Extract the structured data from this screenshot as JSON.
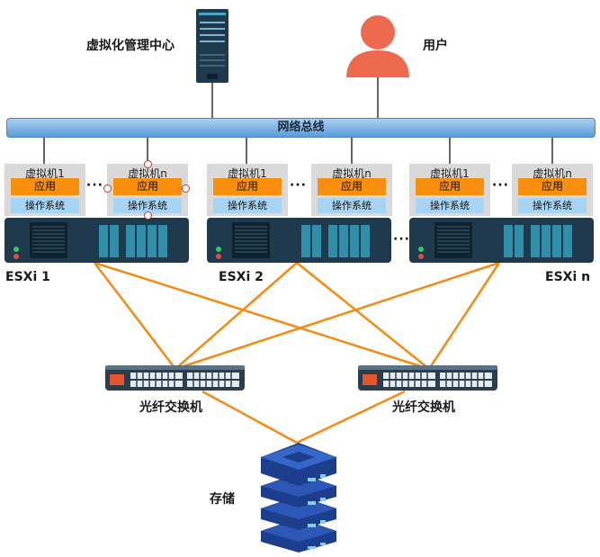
{
  "management": {
    "label": "虚拟化管理中心"
  },
  "user": {
    "label": "用户"
  },
  "bus": {
    "label": "网络总线"
  },
  "hosts": [
    {
      "name": "ESXi 1",
      "vm1": {
        "title": "虚拟机1",
        "app": "应用",
        "os": "操作系统"
      },
      "vmn": {
        "title": "虚拟机n",
        "app": "应用",
        "os": "操作系统"
      }
    },
    {
      "name": "ESXi 2",
      "vm1": {
        "title": "虚拟机1",
        "app": "应用",
        "os": "操作系统"
      },
      "vmn": {
        "title": "虚拟机n",
        "app": "应用",
        "os": "操作系统"
      }
    },
    {
      "name": "ESXi n",
      "vm1": {
        "title": "虚拟机1",
        "app": "应用",
        "os": "操作系统"
      },
      "vmn": {
        "title": "虚拟机n",
        "app": "应用",
        "os": "操作系统"
      }
    }
  ],
  "switches": [
    {
      "label": "光纤交换机"
    },
    {
      "label": "光纤交换机"
    }
  ],
  "storage": {
    "label": "存储"
  },
  "ellipsis": "···",
  "colors": {
    "app": "#f98f0d",
    "os": "#a8d4f3",
    "link": "#f48a12",
    "server": "#1e3a4c",
    "bus": "#6fa8dc",
    "user": "#ee6a4f"
  }
}
